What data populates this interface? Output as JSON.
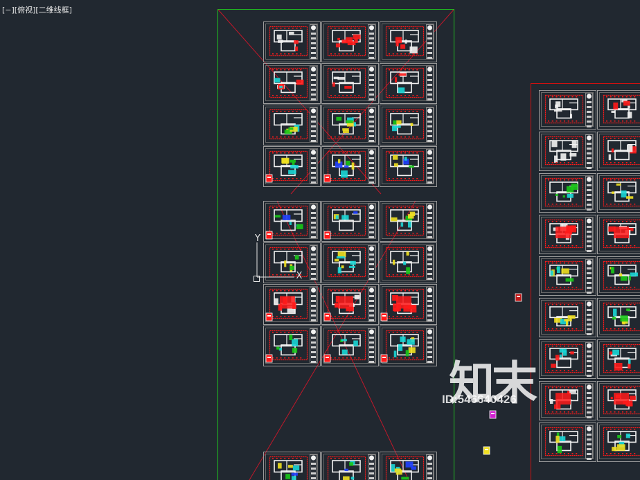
{
  "viewport": {
    "label": "[−][俯视][二维线框]"
  },
  "watermark": {
    "brand": "知末",
    "id_text": "ID:546640426"
  },
  "ucs": {
    "y_label": "Y",
    "x_label": "X"
  },
  "colors": {
    "background": "#212830",
    "viewport_frame": "#20c020",
    "sheet_frame": "#d01010",
    "sheet_border": "#9a9a9a",
    "plan_red": "#ff1a1a",
    "plan_white": "#f2f2f2",
    "plan_cyan": "#19d6d6",
    "plan_yellow": "#f0e020",
    "plan_green": "#18c818",
    "plan_blue": "#2040ff",
    "plan_magenta": "#d020d0"
  }
}
